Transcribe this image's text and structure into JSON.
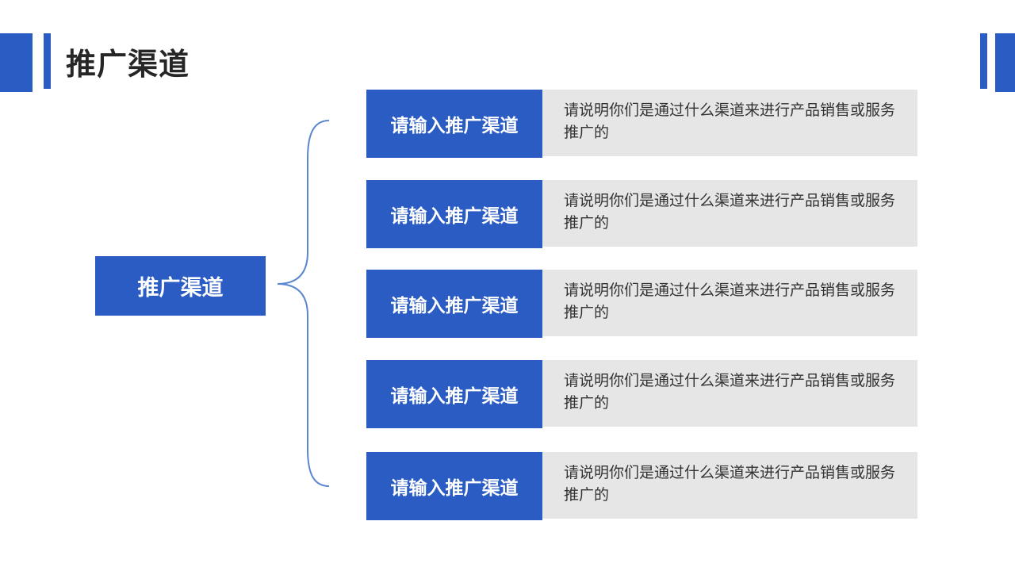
{
  "title": "推广渠道",
  "colors": {
    "accent": "#2a5cc4",
    "desc_bg": "#e6e6e6",
    "brace": "#5b87cf"
  },
  "diagram": {
    "root_label": "推广渠道",
    "branches": [
      {
        "label": "请输入推广渠道",
        "description": "请说明你们是通过什么渠道来进行产品销售或服务推广的"
      },
      {
        "label": "请输入推广渠道",
        "description": "请说明你们是通过什么渠道来进行产品销售或服务推广的"
      },
      {
        "label": "请输入推广渠道",
        "description": "请说明你们是通过什么渠道来进行产品销售或服务推广的"
      },
      {
        "label": "请输入推广渠道",
        "description": "请说明你们是通过什么渠道来进行产品销售或服务推广的"
      },
      {
        "label": "请输入推广渠道",
        "description": "请说明你们是通过什么渠道来进行产品销售或服务推广的"
      }
    ]
  }
}
